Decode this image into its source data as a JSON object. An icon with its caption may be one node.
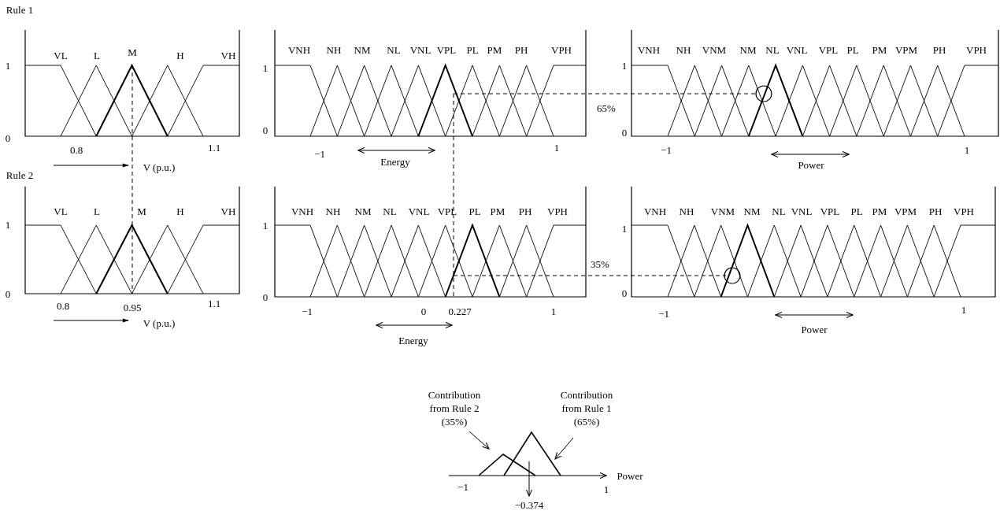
{
  "diagram": {
    "nodes": [
      {
        "text": [
          "Contribution from Rule 2 (35%)"
        ]
      },
      {
        "text": [
          "Contribution from Rule 1 (65%)"
        ]
      },
      {
        "text": [],
        "shape": "triangle"
      },
      {
        "text": [],
        "shape": "triangle"
      }
    ],
    "edges": [
      {
        "from": 0,
        "to": 2,
        "arrow": "to"
      },
      {
        "from": 1,
        "to": 3,
        "arrow": "to"
      }
    ],
    "labels": [
      "Rule 1",
      "VL",
      "L",
      "M",
      "H",
      "VH",
      "1",
      "0",
      "0.8",
      "1.1",
      "V (p.u.)",
      "VNH",
      "NH",
      "NM",
      "NL",
      "VNL",
      "VPL",
      "PL",
      "PM",
      "PH",
      "VPH",
      "1",
      "0",
      "−1",
      "1",
      "Energy",
      "VNH",
      "NH",
      "VNM",
      "NM",
      "NL",
      "VNL",
      "VPL",
      "PL",
      "PM",
      "VPM",
      "PH",
      "VPH",
      "1",
      "0",
      "65%",
      "−1",
      "1",
      "Power",
      "Rule 2",
      "VL",
      "L",
      "M",
      "H",
      "VH",
      "1",
      "0",
      "0.8",
      "0.95",
      "1.1",
      "V (p.u.)",
      "VNH",
      "NH",
      "NM",
      "NL",
      "VNL",
      "VPL",
      "PL",
      "PM",
      "PH",
      "VPH",
      "1",
      "0",
      "−1",
      "0",
      "0.227",
      "1",
      "Energy",
      "VNH",
      "NH",
      "VNM",
      "NM",
      "NL",
      "VNL",
      "VPL",
      "PL",
      "PM",
      "VPM",
      "PH",
      "VPH",
      "1",
      "0",
      "35%",
      "−1",
      "1",
      "Power",
      "−1",
      "Power",
      "1",
      "−0.374"
    ]
  }
}
